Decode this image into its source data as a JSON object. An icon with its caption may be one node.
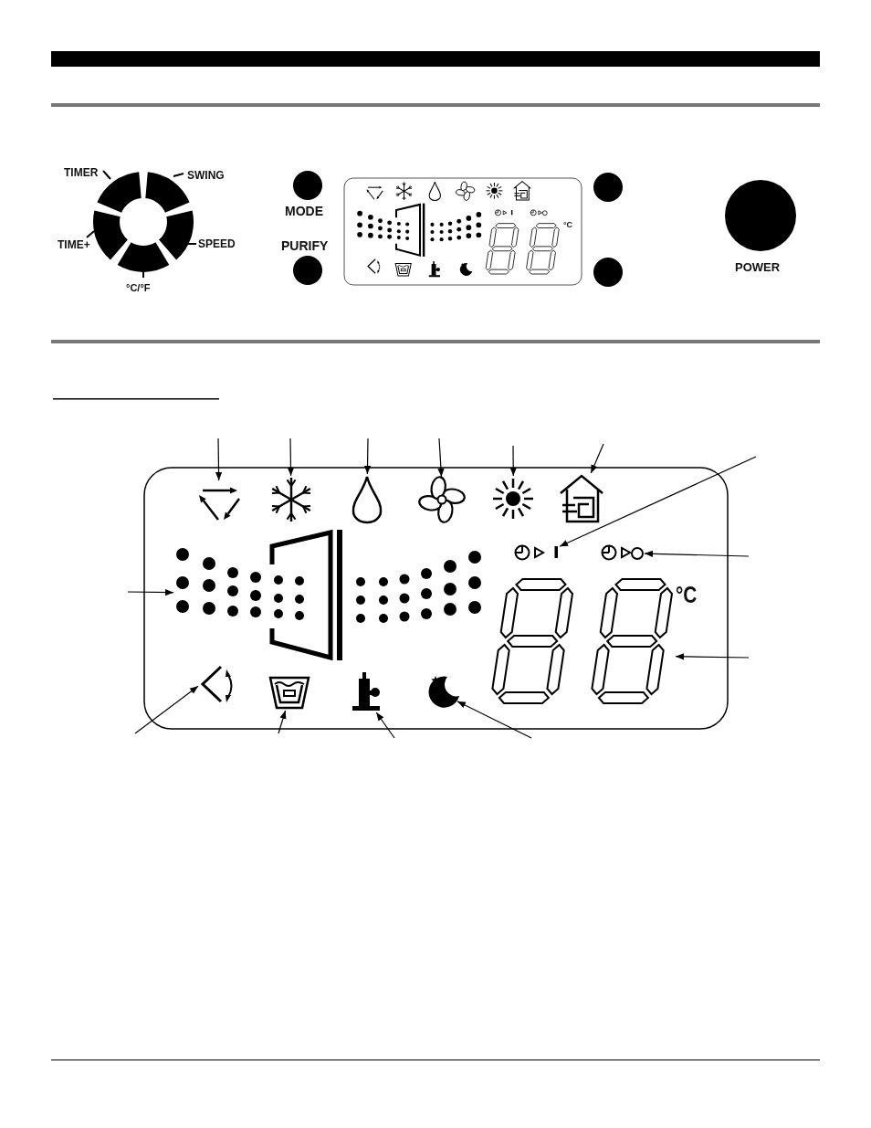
{
  "diagram": {
    "nodes": [
      {
        "text": [],
        "shape": "picture"
      },
      {
        "text": [],
        "shape": "picture"
      },
      {
        "text": [],
        "shape": "picture"
      },
      {
        "text": [],
        "shape": "picture"
      },
      {
        "text": [],
        "shape": "picture"
      },
      {
        "text": [],
        "shape": "picture"
      },
      {
        "text": [],
        "shape": "picture"
      },
      {
        "text": [],
        "shape": "picture"
      },
      {
        "text": [],
        "shape": "picture"
      },
      {
        "text": [],
        "shape": "picture"
      },
      {
        "text": [],
        "shape": "picture"
      },
      {
        "text": [],
        "shape": "picture"
      },
      {
        "text": [],
        "shape": "picture"
      },
      {
        "text": [],
        "shape": "picture"
      }
    ],
    "edges": [
      {
        "from": null,
        "to": 0,
        "arrow": "to"
      },
      {
        "from": null,
        "to": 1,
        "arrow": "to"
      },
      {
        "from": null,
        "to": 2,
        "arrow": "to"
      },
      {
        "from": null,
        "to": 3,
        "arrow": "to"
      },
      {
        "from": null,
        "to": 4,
        "arrow": "to"
      },
      {
        "from": null,
        "to": 5,
        "arrow": "to"
      },
      {
        "from": null,
        "to": 6,
        "arrow": "to"
      },
      {
        "from": null,
        "to": 7,
        "arrow": "to"
      },
      {
        "from": null,
        "to": 8,
        "arrow": "to"
      },
      {
        "from": null,
        "to": 9,
        "arrow": "to"
      },
      {
        "from": null,
        "to": 10,
        "arrow": "to"
      },
      {
        "from": null,
        "to": 11,
        "arrow": "to"
      },
      {
        "from": null,
        "to": 12,
        "arrow": "to"
      },
      {
        "from": null,
        "to": 13,
        "arrow": "to"
      }
    ],
    "labels": [
      "TIMER",
      "SWING",
      "TIME+",
      "SPEED",
      "°C/°F",
      "MODE",
      "PURIFY",
      "°C",
      "POWER",
      "°C"
    ]
  }
}
